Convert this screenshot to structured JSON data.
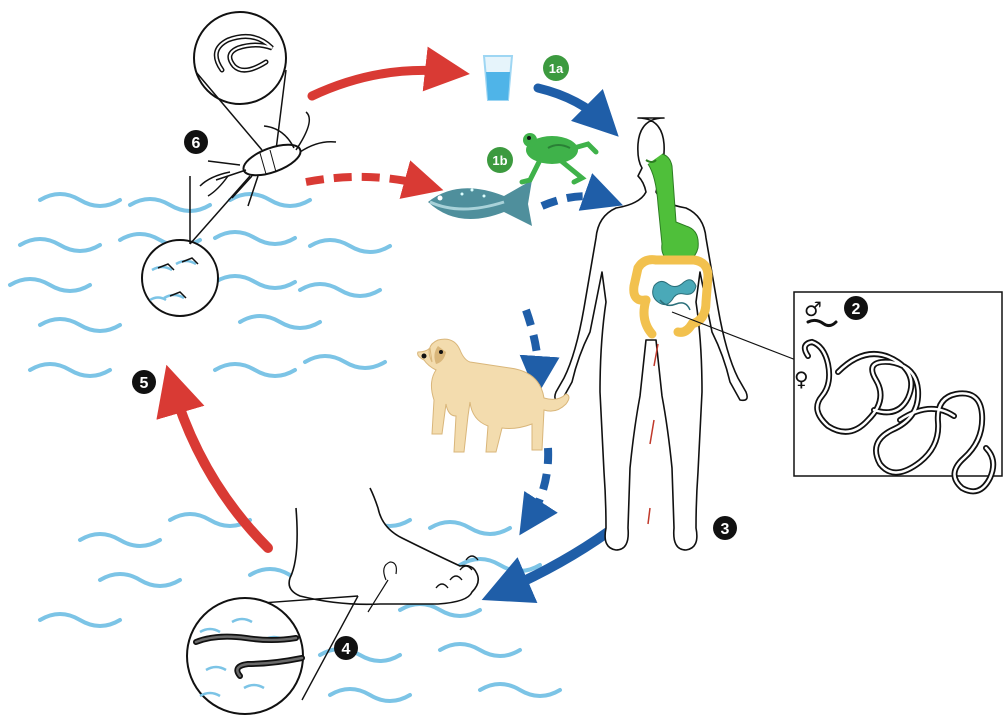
{
  "steps": {
    "s1a": "1a",
    "s1b": "1b",
    "s2": "2",
    "s3": "3",
    "s4": "4",
    "s5": "5",
    "s6": "6"
  },
  "symbols": {
    "male": "♂",
    "female": "♀"
  },
  "colors": {
    "water_wave": "#7cc4e6",
    "red_arrow": "#d93a34",
    "blue_arrow": "#1f5ea8",
    "step_badge": "#111111",
    "green_badge": "#3c9a3f",
    "digestive_green": "#4fbf3a",
    "intestine_yellow": "#f2c14e",
    "intestine_teal": "#4aa9b8",
    "fish": "#4f8f9c",
    "frog": "#3fb24a",
    "dog": "#f3dcae",
    "water_glass": "#9ed6f3"
  },
  "icons": {
    "copepod": "copepod-icon",
    "water_glass": "water-glass-icon",
    "fish": "fish-icon",
    "frog": "frog-icon",
    "dog": "dog-icon",
    "human": "human-body-icon",
    "worm_coil": "worm-coil-icon",
    "foot": "foot-icon",
    "larvae": "larvae-icon"
  }
}
